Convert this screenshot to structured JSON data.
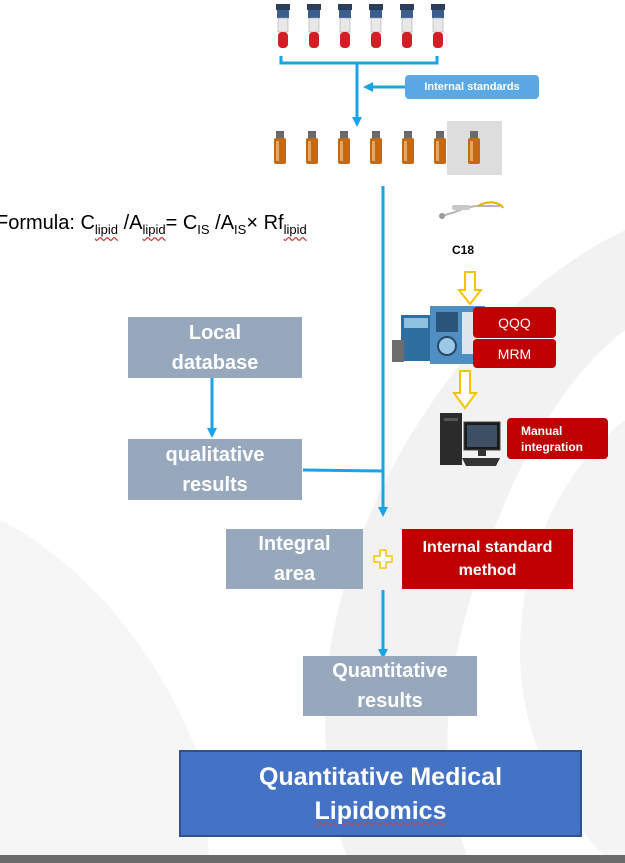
{
  "labels": {
    "internal_standards": "Internal standards",
    "formula": {
      "prefix": "Formula: C",
      "sub_lipid1": "lipid",
      "mid1": " /A",
      "sub_lipid2": "lipid",
      "mid2": "= C",
      "sub_is1": "IS",
      "mid3": " /A",
      "sub_is2": "IS",
      "mid4": "× Rf",
      "sub_lipid3": "lipid"
    },
    "c18": "C18",
    "local_database_l1": "Local",
    "local_database_l2": "database",
    "qualitative_l1": "qualitative",
    "qualitative_l2": "results",
    "qqq": "QQQ",
    "mrm": "MRM",
    "manual_l1": "Manual",
    "manual_l2": "integration",
    "integral_l1": "Integral",
    "integral_l2": "area",
    "internal_method_l1": "Internal standard",
    "internal_method_l2": "method",
    "quantitative_l1": "Quantitative",
    "quantitative_l2": "results",
    "title_l1": "Quantitative Medical",
    "title_l2": "Lipidomics"
  },
  "colors": {
    "arrow_blue": "#1aa3e8",
    "arrow_yellow": "#f5c400",
    "gray_box": "#97a8bc",
    "red_box": "#c00000",
    "title_blue": "#4472c4"
  }
}
